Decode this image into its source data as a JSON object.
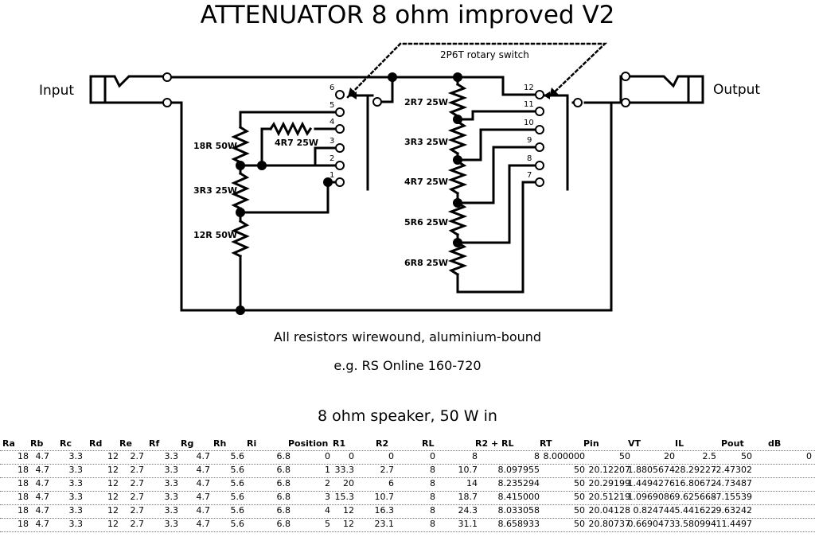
{
  "title": "ATTENUATOR 8 ohm improved V2",
  "switch_label": "2P6T rotary switch",
  "input_label": "Input",
  "output_label": "Output",
  "left_positions": [
    "6",
    "5",
    "4",
    "3",
    "2",
    "1"
  ],
  "right_positions": [
    "12",
    "11",
    "10",
    "9",
    "8",
    "7"
  ],
  "resistors": {
    "r18": "18R 50W",
    "r3r3a": "3R3 25W",
    "r12": "12R 50W",
    "r4r7a": "4R7 25W",
    "r2r7": "2R7 25W",
    "r3r3b": "3R3 25W",
    "r4r7b": "4R7 25W",
    "r5r6": "5R6 25W",
    "r6r8": "6R8 25W"
  },
  "note1": "All resistors wirewound, aluminium-bound",
  "note2": "e.g. RS Online 160-720",
  "table_title": "8 ohm speaker, 50 W in",
  "table": {
    "headers": [
      "Ra",
      "Rb",
      "Rc",
      "Rd",
      "Re",
      "Rf",
      "Rg",
      "Rh",
      "Ri",
      "Position",
      "R1",
      "R2",
      "RL",
      "R2 + RL",
      "RT",
      "Pin",
      "VT",
      "IL",
      "Pout",
      "dB"
    ],
    "rows": [
      [
        "18",
        "4.7",
        "3.3",
        "12",
        "2.7",
        "3.3",
        "4.7",
        "5.6",
        "6.8",
        "0",
        "0",
        "0",
        "0",
        "8",
        "8",
        "8.000000",
        "50",
        "20",
        "2.5",
        "50",
        "0"
      ],
      [
        "18",
        "4.7",
        "3.3",
        "12",
        "2.7",
        "3.3",
        "4.7",
        "5.6",
        "6.8",
        "1",
        "33.3",
        "2.7",
        "8",
        "10.7",
        "8.097955",
        "50",
        "20.12207",
        "1.8805674",
        "28.29227",
        "-2.47302"
      ],
      [
        "18",
        "4.7",
        "3.3",
        "12",
        "2.7",
        "3.3",
        "4.7",
        "5.6",
        "6.8",
        "2",
        "20",
        "6",
        "8",
        "14",
        "8.235294",
        "50",
        "20.29199",
        "1.4494276",
        "16.80672",
        "-4.73487"
      ],
      [
        "18",
        "4.7",
        "3.3",
        "12",
        "2.7",
        "3.3",
        "4.7",
        "5.6",
        "6.8",
        "3",
        "15.3",
        "10.7",
        "8",
        "18.7",
        "8.415000",
        "50",
        "20.51219",
        "1.0969086",
        "9.625668",
        "-7.15539"
      ],
      [
        "18",
        "4.7",
        "3.3",
        "12",
        "2.7",
        "3.3",
        "4.7",
        "5.6",
        "6.8",
        "4",
        "12",
        "16.3",
        "8",
        "24.3",
        "8.033058",
        "50",
        "20.04128",
        "0.824744",
        "5.441622",
        "-9.63242"
      ],
      [
        "18",
        "4.7",
        "3.3",
        "12",
        "2.7",
        "3.3",
        "4.7",
        "5.6",
        "6.8",
        "5",
        "12",
        "23.1",
        "8",
        "31.1",
        "8.658933",
        "50",
        "20.80737",
        "0.6690473",
        "3.580994",
        "-11.4497"
      ]
    ]
  }
}
